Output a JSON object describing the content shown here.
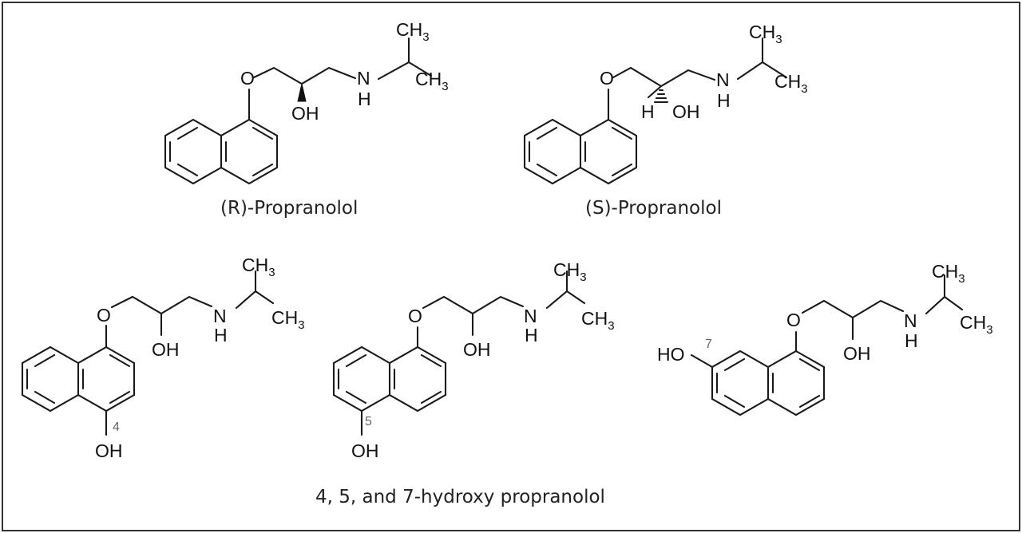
{
  "captions": {
    "r": "(R)-Propranolol",
    "s": "(S)-Propranolol",
    "hydroxy": "4, 5, and 7-hydroxy propranolol"
  },
  "atoms": {
    "ch": "CH",
    "three": "3",
    "o": "O",
    "n": "N",
    "h": "H",
    "oh": "OH",
    "ho": "HO"
  },
  "locants": {
    "c4": "4",
    "c5": "5",
    "c7": "7"
  }
}
